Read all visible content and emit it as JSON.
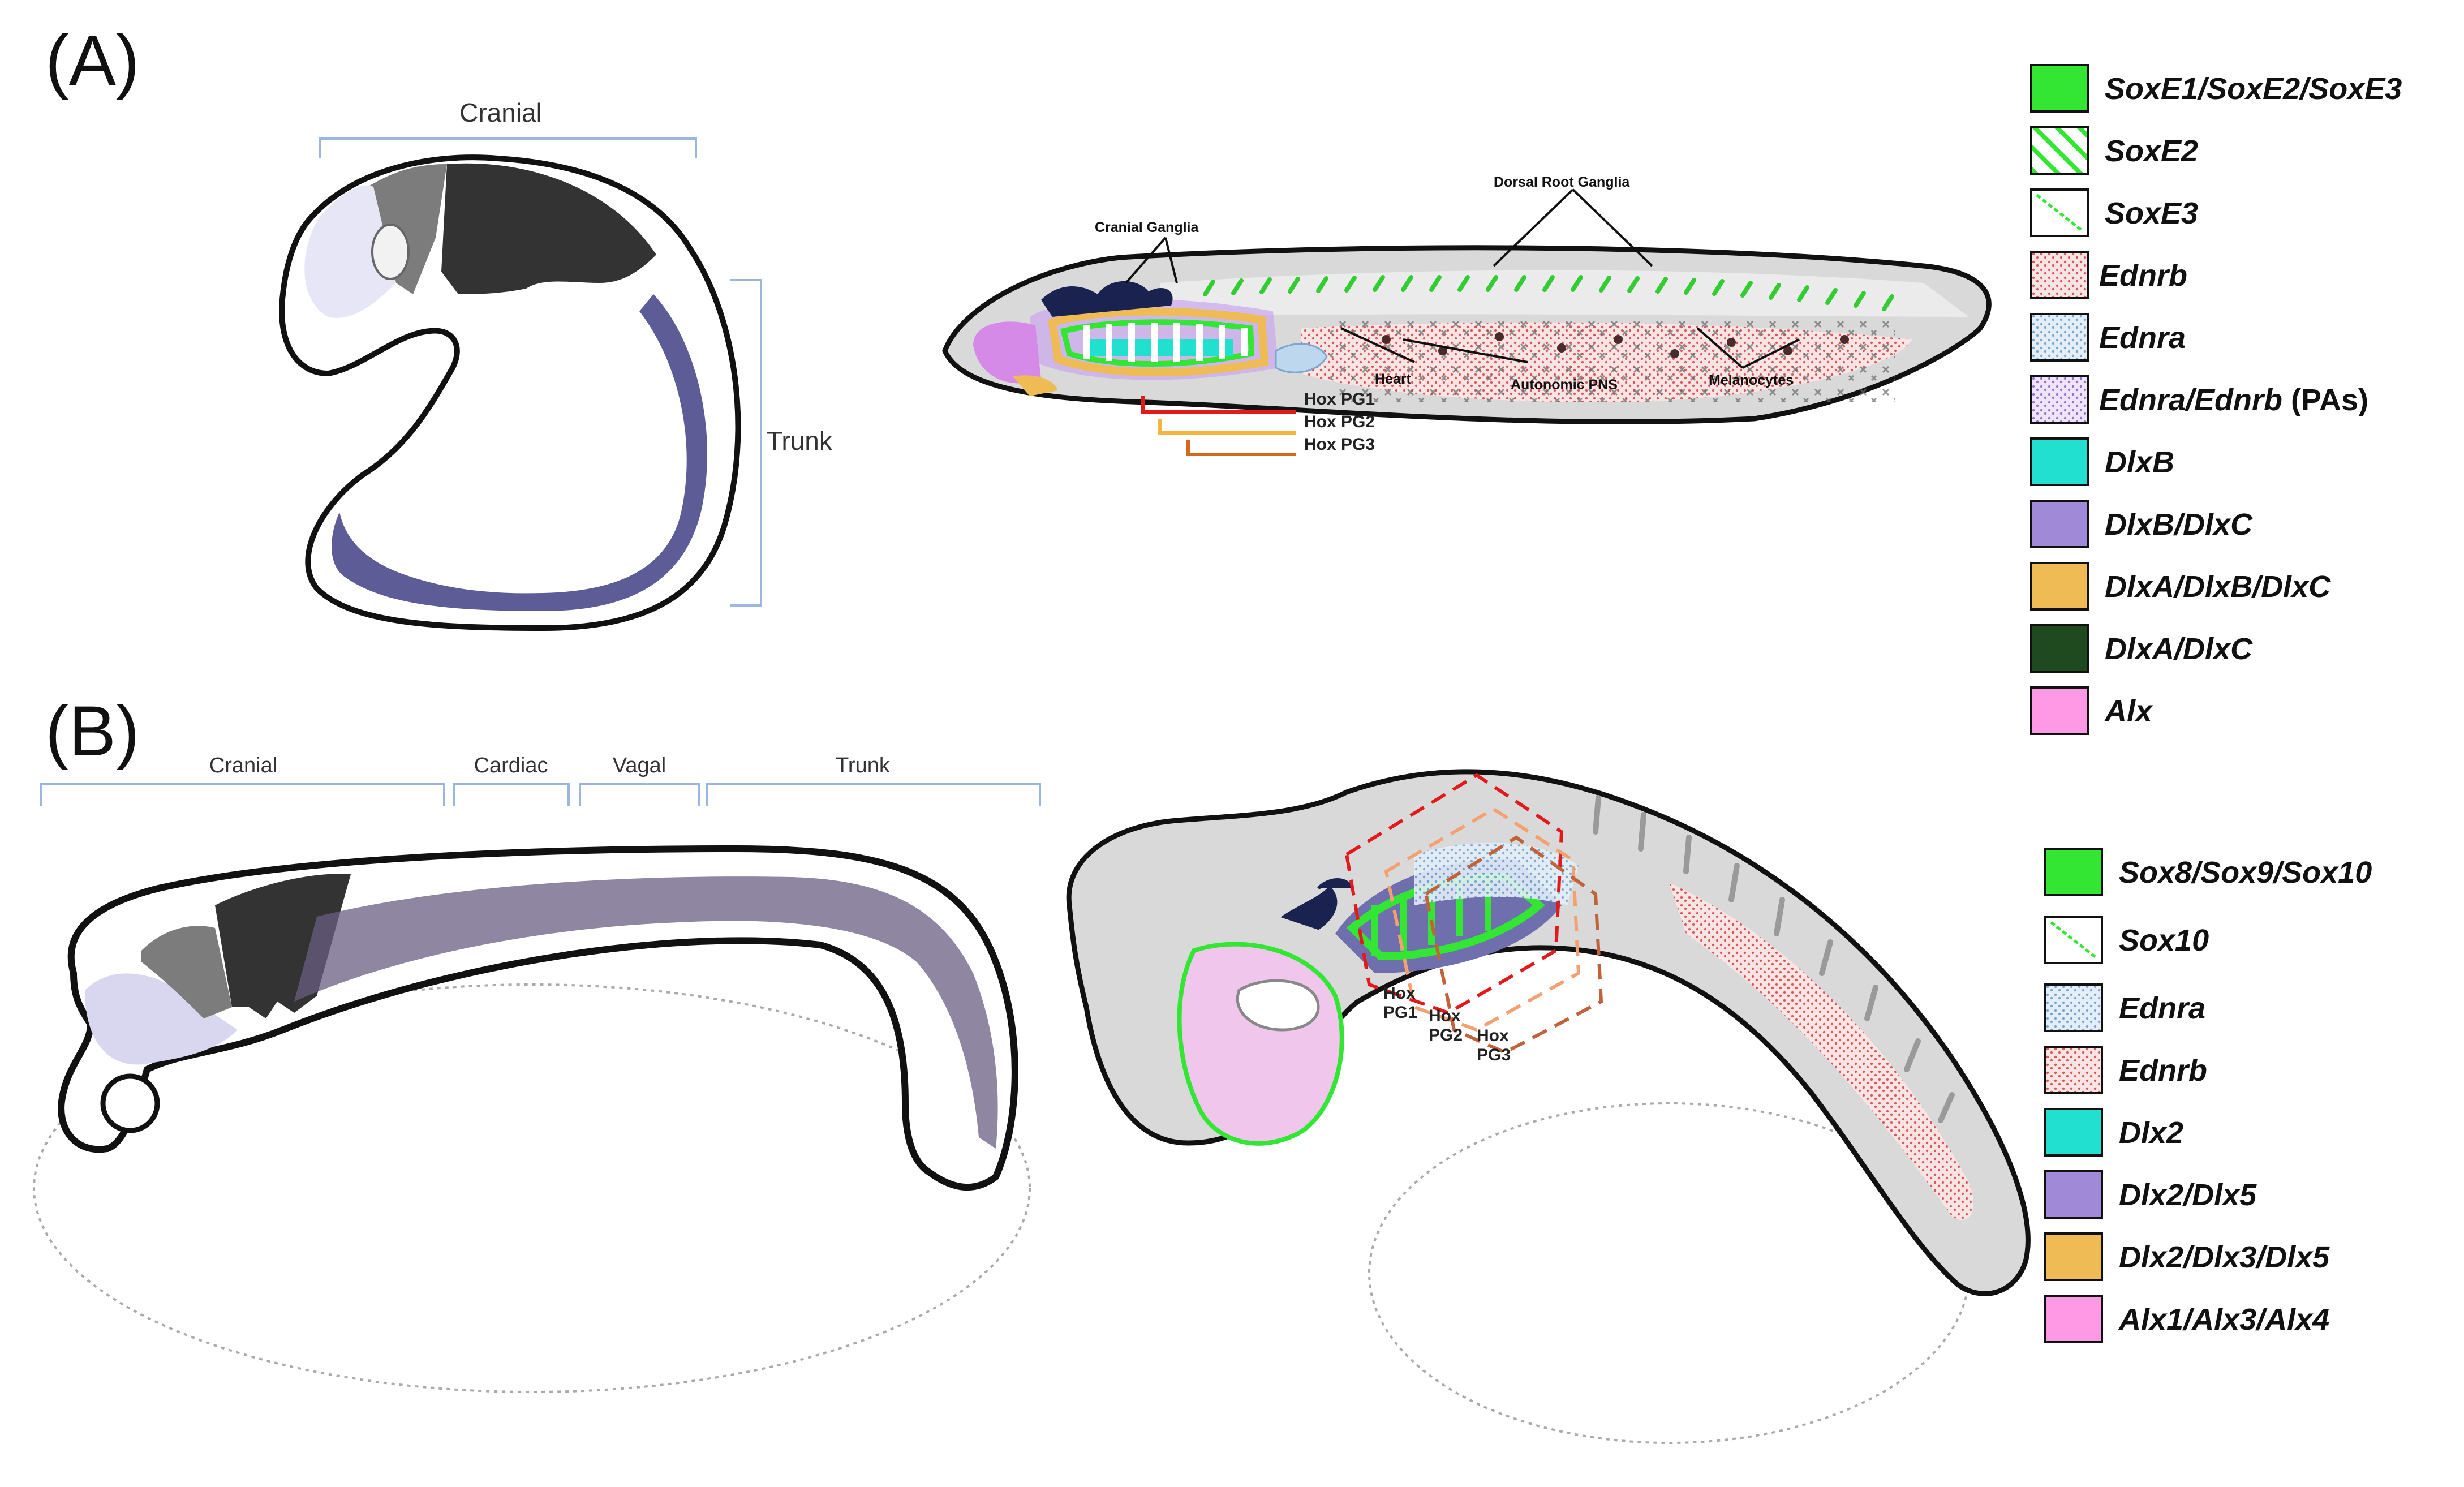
{
  "panels": {
    "a": "(A)",
    "b": "(B)"
  },
  "panel_a": {
    "regions": {
      "cranial": "Cranial",
      "trunk": "Trunk"
    },
    "annotations": {
      "cranial_ganglia": "Cranial Ganglia",
      "dorsal_root_ganglia": "Dorsal Root Ganglia",
      "heart": "Heart",
      "autonomic_pns": "Autonomic PNS",
      "melanocytes": "Melanocytes"
    },
    "hox": [
      {
        "label": "Hox PG1",
        "color": "#e31a1c"
      },
      {
        "label": "Hox PG2",
        "color": "#f4b63f"
      },
      {
        "label": "Hox PG3",
        "color": "#d2691e"
      }
    ],
    "legend": [
      {
        "label": "SoxE1/SoxE2/SoxE3",
        "fill": "#33e633",
        "pattern": "solid"
      },
      {
        "label": "SoxE2",
        "fill": "#33e633",
        "pattern": "hatch"
      },
      {
        "label": "SoxE3",
        "fill": "#33e633",
        "pattern": "line"
      },
      {
        "label": "Ednrb",
        "fill": "#f2a8a8",
        "pattern": "dots"
      },
      {
        "label": "Ednra",
        "fill": "#bcd7ee",
        "pattern": "dots"
      },
      {
        "label": "Ednra/Ednrb",
        "suffix": " (PAs)",
        "fill": "#c9a8ee",
        "pattern": "dots"
      },
      {
        "label": "DlxB",
        "fill": "#22e0d0",
        "pattern": "solid"
      },
      {
        "label": "DlxB/DlxC",
        "fill": "#a08ad8",
        "pattern": "solid"
      },
      {
        "label": "DlxA/DlxB/DlxC",
        "fill": "#eebb55",
        "pattern": "solid"
      },
      {
        "label": "DlxA/DlxC",
        "fill": "#1f4a1f",
        "pattern": "solid"
      },
      {
        "label": "Alx",
        "fill": "#ff99e6",
        "pattern": "solid"
      }
    ]
  },
  "panel_b": {
    "regions": {
      "cranial": "Cranial",
      "cardiac": "Cardiac",
      "vagal": "Vagal",
      "trunk": "Trunk"
    },
    "hox": [
      {
        "lines": [
          "Hox",
          "PG1"
        ],
        "color": "#e31a1c"
      },
      {
        "lines": [
          "Hox",
          "PG2"
        ],
        "color": "#f4a070"
      },
      {
        "lines": [
          "Hox",
          "PG3"
        ],
        "color": "#c0623a"
      }
    ],
    "legend": [
      {
        "label": "Sox8/Sox9/Sox10",
        "fill": "#33e633",
        "pattern": "solid"
      },
      {
        "label": "Sox10",
        "fill": "#33e633",
        "pattern": "line"
      },
      {
        "label": "Ednra",
        "fill": "#bcd7ee",
        "pattern": "dots"
      },
      {
        "label": "Ednrb",
        "fill": "#f2a8a8",
        "pattern": "dots"
      },
      {
        "label": "Dlx2",
        "fill": "#22e0d0",
        "pattern": "solid"
      },
      {
        "label": "Dlx2/Dlx5",
        "fill": "#a08ad8",
        "pattern": "solid"
      },
      {
        "label": "Dlx2/Dlx3/Dlx5",
        "fill": "#eebb55",
        "pattern": "solid"
      },
      {
        "label": "Alx1/Alx3/Alx4",
        "fill": "#ff99e6",
        "pattern": "solid"
      }
    ]
  }
}
